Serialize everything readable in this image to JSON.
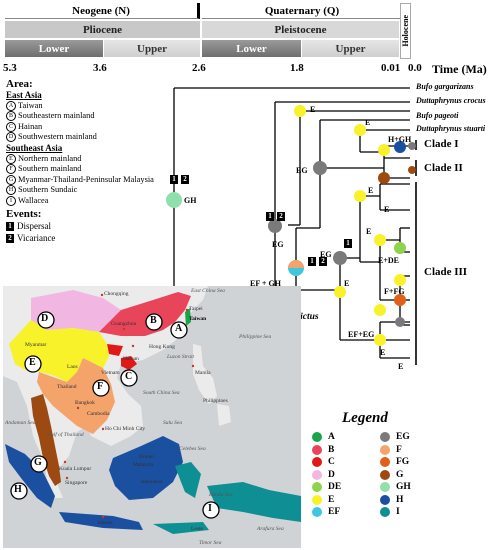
{
  "timescale": {
    "eras": [
      {
        "label": "Neogene (N)"
      },
      {
        "label": "Quaternary (Q)"
      }
    ],
    "epochs": [
      {
        "label": "Pliocene"
      },
      {
        "label": "Pleistocene"
      },
      {
        "label": "Holocene"
      }
    ],
    "stages": [
      {
        "label": "Lower"
      },
      {
        "label": "Upper"
      },
      {
        "label": "Lower"
      },
      {
        "label": "Upper"
      }
    ],
    "ticks": [
      "5.3",
      "3.6",
      "2.6",
      "1.8",
      "0.01",
      "0.0"
    ],
    "axis_label": "Time (Ma)"
  },
  "area_key": {
    "title": "Area:",
    "groups": [
      {
        "heading": "East Asia",
        "items": [
          {
            "code": "A",
            "label": "Taiwan"
          },
          {
            "code": "B",
            "label": "Southeastern mainland"
          },
          {
            "code": "C",
            "label": "Hainan"
          },
          {
            "code": "D",
            "label": "Southwestern mainland"
          }
        ]
      },
      {
        "heading": "Southeast Asia",
        "items": [
          {
            "code": "E",
            "label": "Northern mainland"
          },
          {
            "code": "F",
            "label": "Southern mainland"
          },
          {
            "code": "G",
            "label": "Myanmar-Thailand-Peninsular Malaysia"
          },
          {
            "code": "H",
            "label": "Southern Sundaic"
          },
          {
            "code": "I",
            "label": "Wallacea"
          }
        ]
      }
    ],
    "events_title": "Events:",
    "events": [
      {
        "code": "1",
        "label": "Dispersal"
      },
      {
        "code": "2",
        "label": "Vicariance"
      }
    ]
  },
  "tree": {
    "taxa": [
      "Bufo gargarizans",
      "Duttaphrynus crocus",
      "Bufo pageoti",
      "Duttaphrynus stuarti",
      "Duttaphrynus melanostictus"
    ],
    "node_labels": [
      "GH",
      "E",
      "E",
      "H+GH",
      "EG",
      "E",
      "EG",
      "EF + GH",
      "EG",
      "E",
      "E",
      "E+DE",
      "F+FG",
      "EF+EG",
      "E",
      "E",
      "E"
    ],
    "event_badges": [
      "1",
      "2",
      "1",
      "2",
      "1",
      "2",
      "1"
    ],
    "clades": [
      "Clade I",
      "Clade II",
      "Clade III"
    ]
  },
  "map": {
    "region_codes": [
      "A",
      "B",
      "C",
      "D",
      "E",
      "F",
      "G",
      "H",
      "I"
    ],
    "labels": {
      "places": [
        "Chongqing",
        "Guangzhou",
        "Taipei",
        "Taiwan",
        "Hong Kong",
        "Myanmar",
        "Laos",
        "Vietnam",
        "Hainan",
        "Thailand",
        "Bangkok",
        "Cambodia",
        "Ho Chi Minh City",
        "Manila",
        "Philippines",
        "Kuala Lumpur",
        "Singapore",
        "Brunei",
        "Malaysia",
        "Indonesia",
        "Jakarta",
        "Leste"
      ],
      "seas": [
        "East China Sea",
        "Luzon Strait",
        "Philippine Sea",
        "South China Sea",
        "Andaman Sea",
        "Gulf of Thailand",
        "Sulu Sea",
        "Celebes Sea",
        "Banda Sea",
        "Arafura Sea",
        "Timor Sea"
      ]
    }
  },
  "legend": {
    "title": "Legend",
    "items": [
      {
        "label": "A",
        "color": "#1aa34a"
      },
      {
        "label": "EG",
        "color": "#7a7a7a"
      },
      {
        "label": "B",
        "color": "#e8455b"
      },
      {
        "label": "F",
        "color": "#f4a36a"
      },
      {
        "label": "C",
        "color": "#e01818"
      },
      {
        "label": "FG",
        "color": "#e0601b"
      },
      {
        "label": "D",
        "color": "#f2b6e2"
      },
      {
        "label": "G",
        "color": "#9c4a12"
      },
      {
        "label": "DE",
        "color": "#8fd24e"
      },
      {
        "label": "GH",
        "color": "#8fe0aa"
      },
      {
        "label": "E",
        "color": "#f7f22a"
      },
      {
        "label": "H",
        "color": "#1b4fa0"
      },
      {
        "label": "EF",
        "color": "#3fc7e0"
      },
      {
        "label": "I",
        "color": "#0e8f94"
      }
    ]
  }
}
